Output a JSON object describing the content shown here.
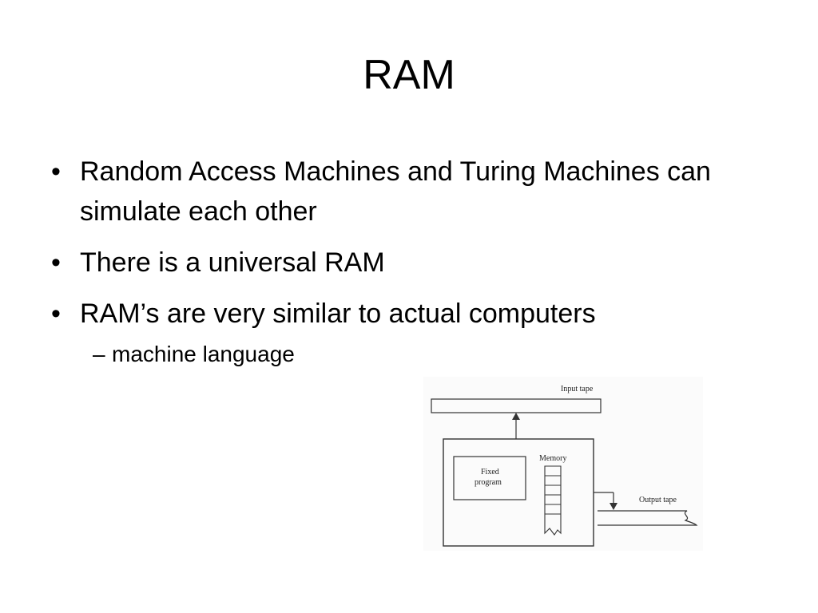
{
  "slide": {
    "title": "RAM",
    "bullets": [
      {
        "text": "Random Access Machines and Turing Machines can simulate each other"
      },
      {
        "text": "There is a universal RAM"
      },
      {
        "text": "RAM’s are very similar to actual computers"
      }
    ],
    "sub_bullet": "machine language",
    "bullet_symbol": "•",
    "sub_symbol": "–"
  },
  "diagram": {
    "input_tape_label": "Input tape",
    "memory_label": "Memory",
    "fixed_program_line1": "Fixed",
    "fixed_program_line2": "program",
    "output_tape_label": "Output tape"
  }
}
